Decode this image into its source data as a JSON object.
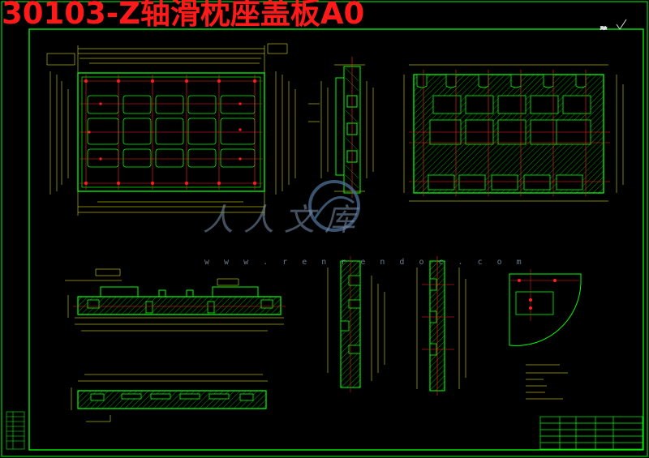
{
  "title": "30103-Z轴滑枕座盖板A0",
  "watermark": {
    "cn": "人人文库",
    "url": "w w w . r e n r e n d o c . c o m"
  },
  "colors": {
    "outline": "#00ff00",
    "center": "#ff2020",
    "hatch": "#00e000",
    "dim": "#ffff00",
    "watermark": "#7d93ad"
  },
  "icons": [
    "watermark-logo-icon"
  ]
}
